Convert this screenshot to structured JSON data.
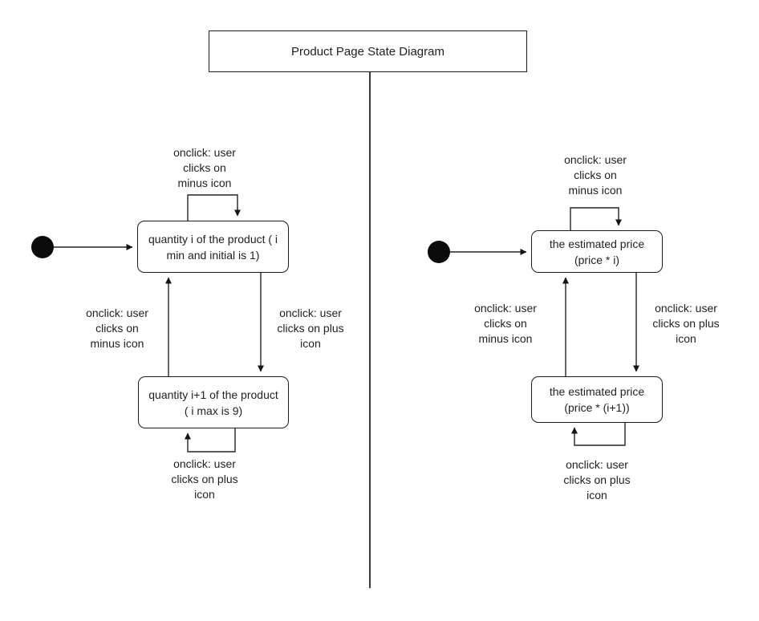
{
  "title": "Product Page State Diagram",
  "left": {
    "state_top": "quantity i of the product  ( i\nmin and initial is 1)",
    "state_bottom": "quantity i+1 of the product\n( i max is 9)",
    "loop_top": "onclick: user\nclicks on\nminus icon",
    "trans_minus": "onclick: user\nclicks on\nminus icon",
    "trans_plus": "onclick: user\nclicks on plus\nicon",
    "loop_bottom": "onclick: user\nclicks on plus\nicon"
  },
  "right": {
    "state_top": "the estimated price\n(price * i)",
    "state_bottom": "the estimated price\n(price * (i+1))",
    "loop_top": "onclick: user\nclicks on\nminus icon",
    "trans_minus": "onclick: user\nclicks on\nminus icon",
    "trans_plus": "onclick: user\nclicks on plus\nicon",
    "loop_bottom": "onclick: user\nclicks on plus\nicon"
  },
  "colors": {
    "stroke": "#1c1c1c",
    "background": "#ffffff"
  }
}
